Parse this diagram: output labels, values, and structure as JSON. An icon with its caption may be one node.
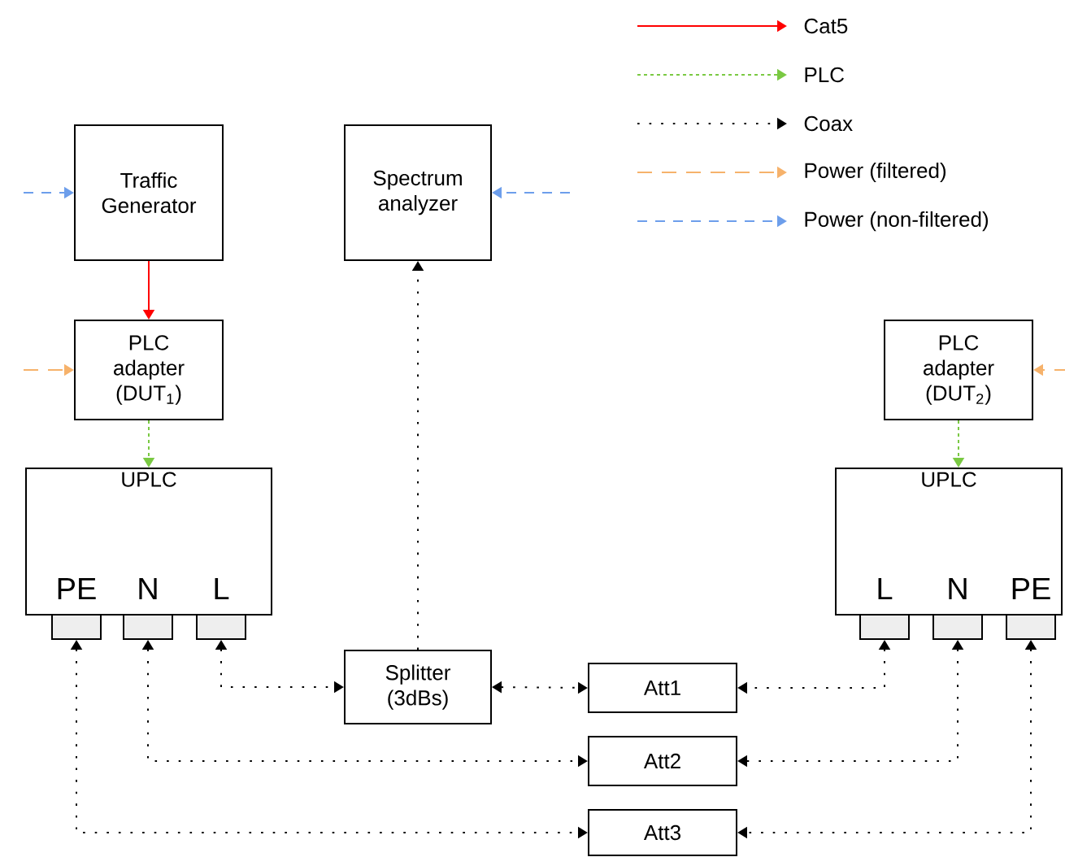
{
  "diagram": {
    "nodes": [
      {
        "text": [
          "Traffic Generator"
        ]
      },
      {
        "text": [
          "Spectrum analyzer"
        ]
      },
      {
        "text": [
          "PLC adapter (DUT$_{1}$)"
        ]
      },
      {
        "text": [
          "PLC adapter (DUT$_{2}$)"
        ]
      },
      {
        "text": [
          "UPLC",
          "PE",
          "N",
          "L"
        ]
      },
      {
        "text": [
          "UPLC",
          "L",
          "N",
          "PE"
        ]
      },
      {
        "text": [],
        "shape": "box"
      },
      {
        "text": [],
        "shape": "box"
      },
      {
        "text": [],
        "shape": "box"
      },
      {
        "text": [],
        "shape": "box"
      },
      {
        "text": [],
        "shape": "box"
      },
      {
        "text": [],
        "shape": "box"
      },
      {
        "text": [
          "Splitter (3dBs)"
        ]
      },
      {
        "text": [
          "Att1"
        ]
      },
      {
        "text": [
          "Att2"
        ]
      },
      {
        "text": [
          "Att3"
        ]
      }
    ],
    "edges": [
      {
        "from": 0,
        "to": 2,
        "arrow": "to",
        "color": "#ff0000"
      },
      {
        "from": 2,
        "to": 4,
        "arrow": "to",
        "style": "dashed",
        "color": "#7ac943"
      },
      {
        "from": 3,
        "to": 5,
        "arrow": "to",
        "style": "dashed",
        "color": "#7ac943"
      },
      {
        "from": null,
        "to": 0,
        "arrow": "to",
        "style": "dashed",
        "color": "#6d9eeb"
      },
      {
        "from": null,
        "to": 1,
        "arrow": "to",
        "style": "dashed",
        "color": "#6d9eeb"
      },
      {
        "from": null,
        "to": 2,
        "arrow": "to",
        "style": "dashed",
        "color": "#f6b26b"
      },
      {
        "from": null,
        "to": 3,
        "arrow": "to",
        "style": "dashed",
        "color": "#f6b26b"
      },
      {
        "from": 12,
        "to": 1,
        "arrow": "to",
        "style": "dashed"
      },
      {
        "from": 8,
        "to": 12,
        "arrow": "both",
        "style": "dashed"
      },
      {
        "from": 12,
        "to": 13,
        "arrow": "both",
        "style": "dashed"
      },
      {
        "from": 9,
        "to": 13,
        "arrow": "both",
        "style": "dashed"
      },
      {
        "from": 7,
        "to": 14,
        "arrow": "both",
        "style": "dashed"
      },
      {
        "from": 10,
        "to": 14,
        "arrow": "both",
        "style": "dashed"
      },
      {
        "from": 6,
        "to": 15,
        "arrow": "both",
        "style": "dashed"
      },
      {
        "from": 11,
        "to": 15,
        "arrow": "both",
        "style": "dashed"
      }
    ],
    "legend": [
      {
        "text": "Cat5"
      },
      {
        "text": "PLC"
      },
      {
        "text": "Coax"
      },
      {
        "text": "Power (filtered)"
      },
      {
        "text": "Power (non-filtered)"
      }
    ]
  }
}
